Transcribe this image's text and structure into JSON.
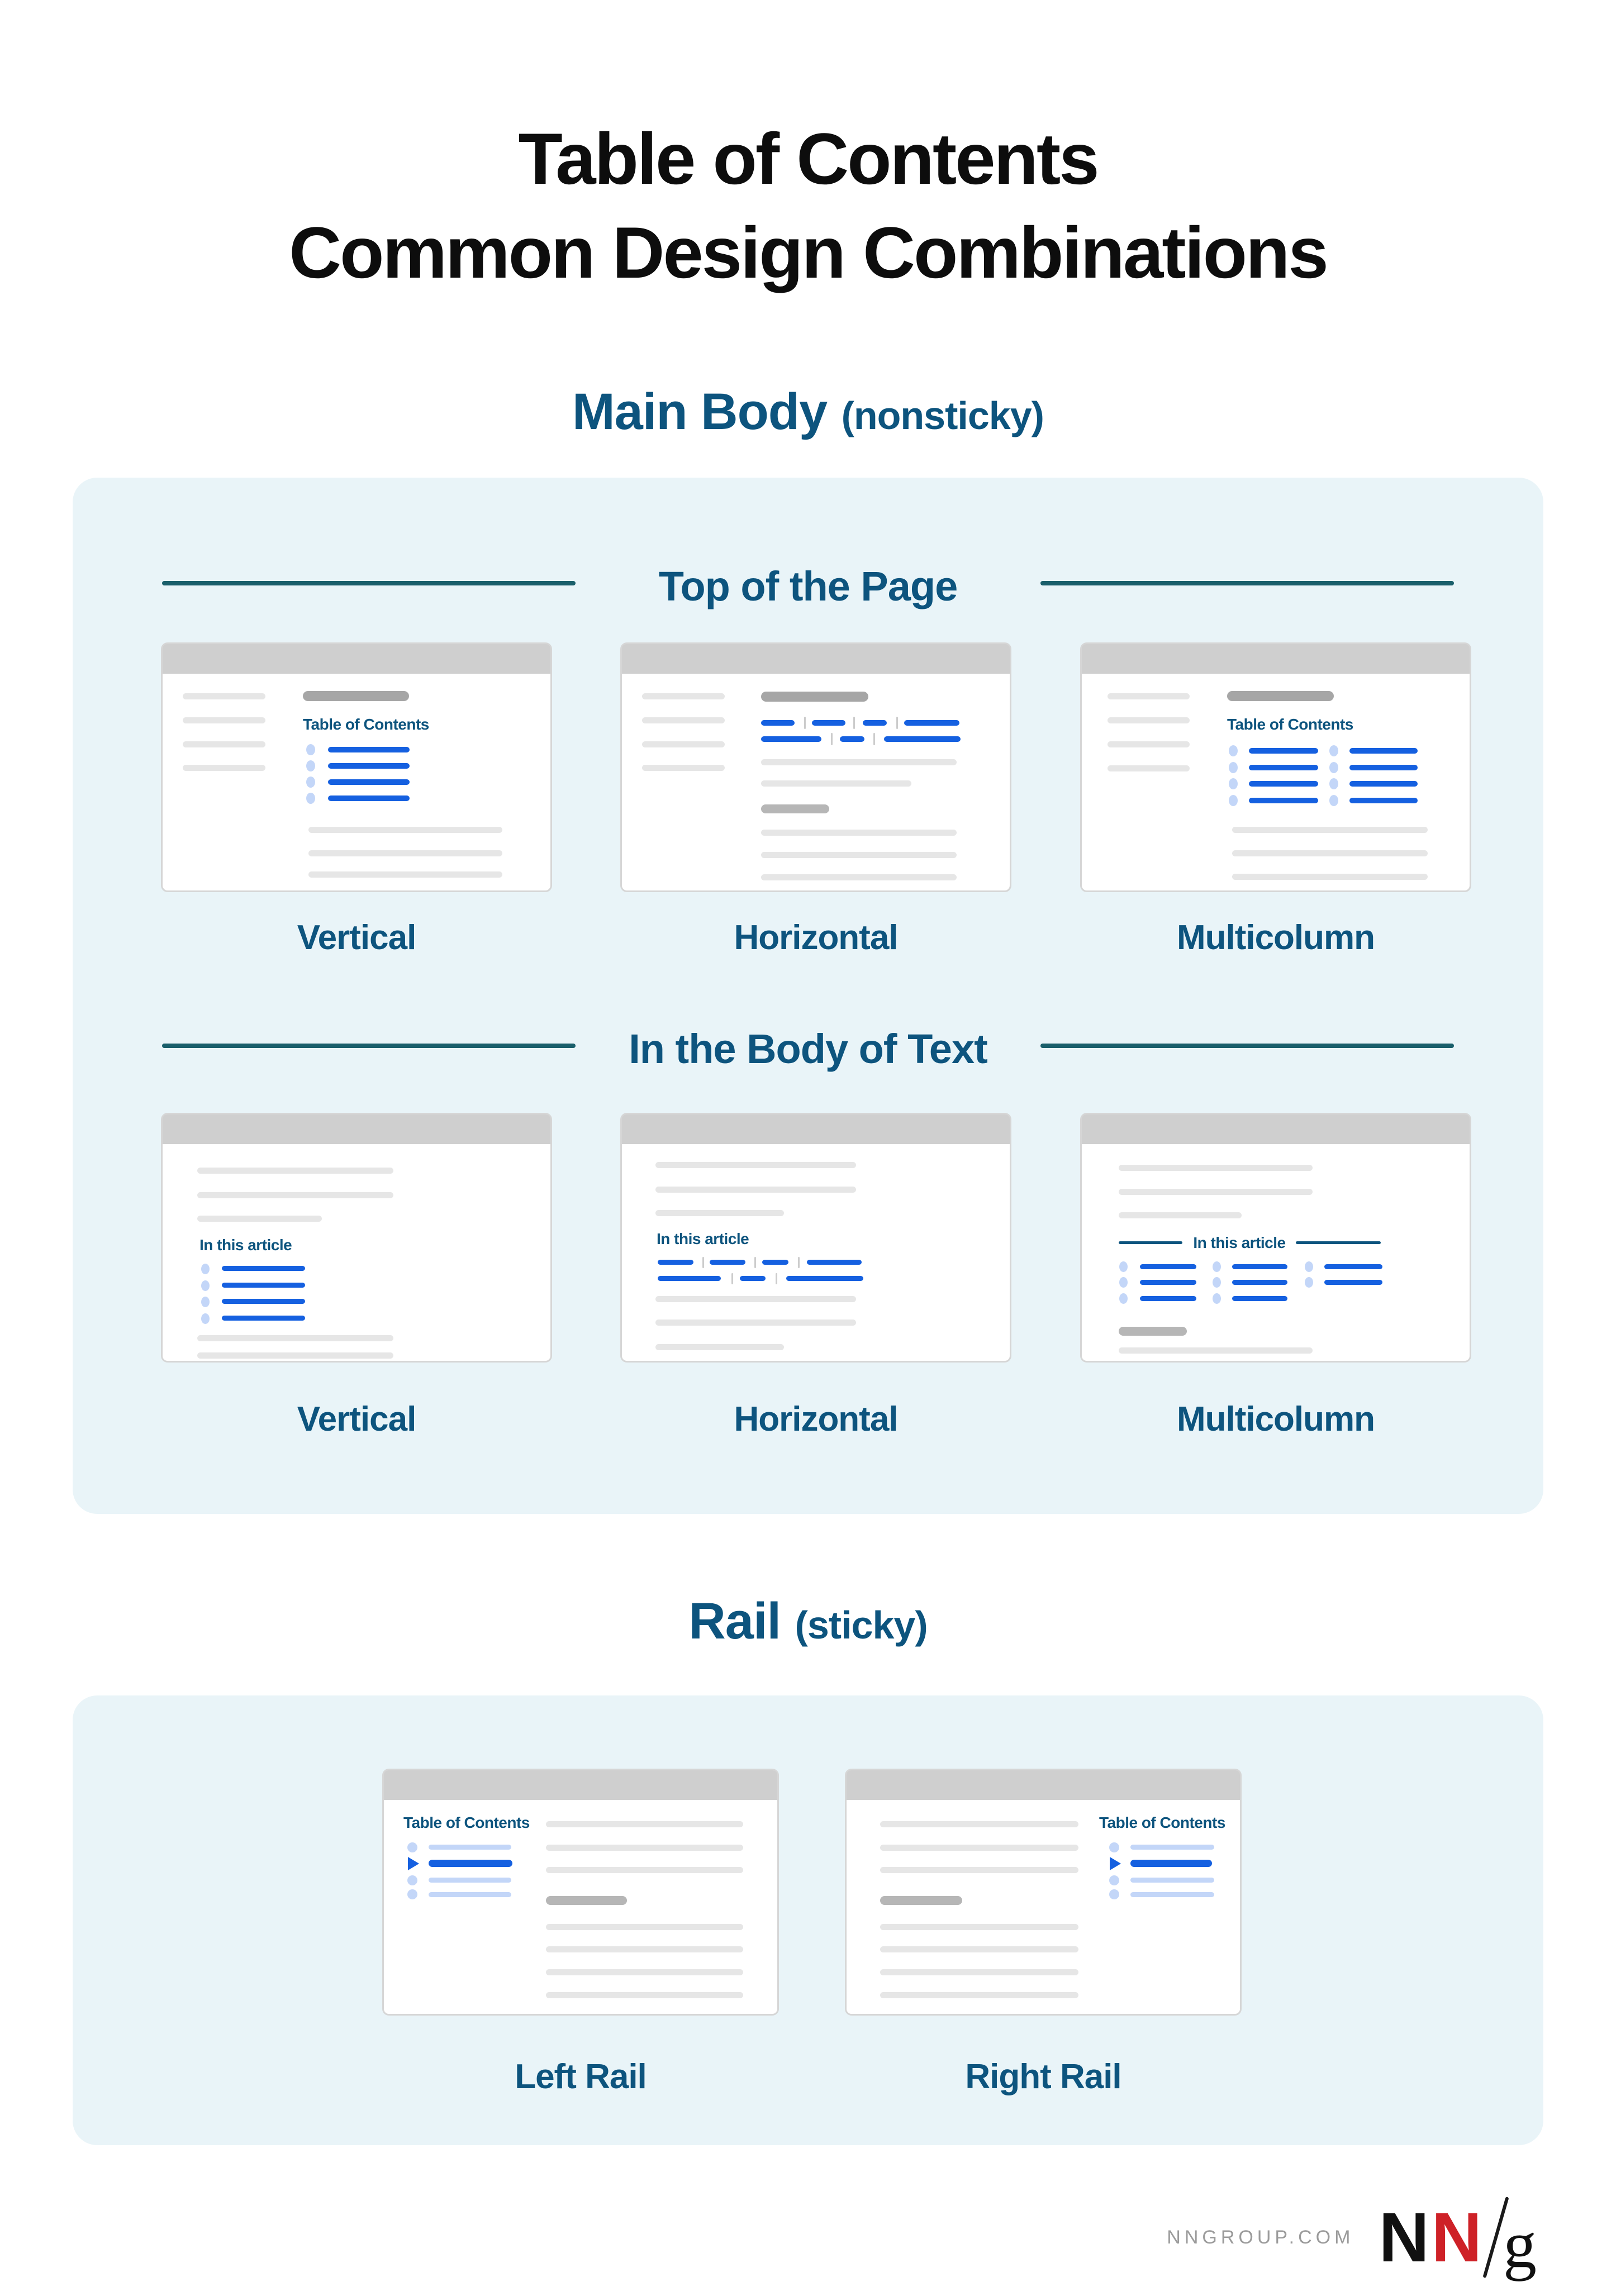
{
  "title": {
    "line1": "Table of Contents",
    "line2": "Common Design Combinations"
  },
  "main_body": {
    "heading": "Main Body",
    "qualifier": "(nonsticky)",
    "top_of_page": {
      "heading": "Top of the Page",
      "cards": [
        {
          "label": "Vertical",
          "toc_heading": "Table of Contents"
        },
        {
          "label": "Horizontal"
        },
        {
          "label": "Multicolumn",
          "toc_heading": "Table of Contents"
        }
      ]
    },
    "in_body": {
      "heading": "In the Body of Text",
      "cards": [
        {
          "label": "Vertical",
          "toc_heading": "In this article"
        },
        {
          "label": "Horizontal",
          "toc_heading": "In this article"
        },
        {
          "label": "Multicolumn",
          "toc_heading": "In this article"
        }
      ]
    }
  },
  "rail": {
    "heading": "Rail",
    "qualifier": "(sticky)",
    "cards": [
      {
        "label": "Left Rail",
        "toc_heading": "Table of Contents"
      },
      {
        "label": "Right Rail",
        "toc_heading": "Table of Contents"
      }
    ]
  },
  "footer": {
    "site": "NNGROUP.COM",
    "logo": {
      "n1": "N",
      "n2": "N",
      "slash": "/",
      "g": "g"
    }
  },
  "colors": {
    "heading_blue": "#0d547e",
    "divider_teal": "#1a5f6b",
    "link_blue": "#1560e0",
    "link_light_blue": "#c3d6f8",
    "panel_background": "#e9f4f8",
    "logo_red": "#ce2127",
    "title_black": "#0d0d0d",
    "footer_gray": "#9b9b9b"
  }
}
